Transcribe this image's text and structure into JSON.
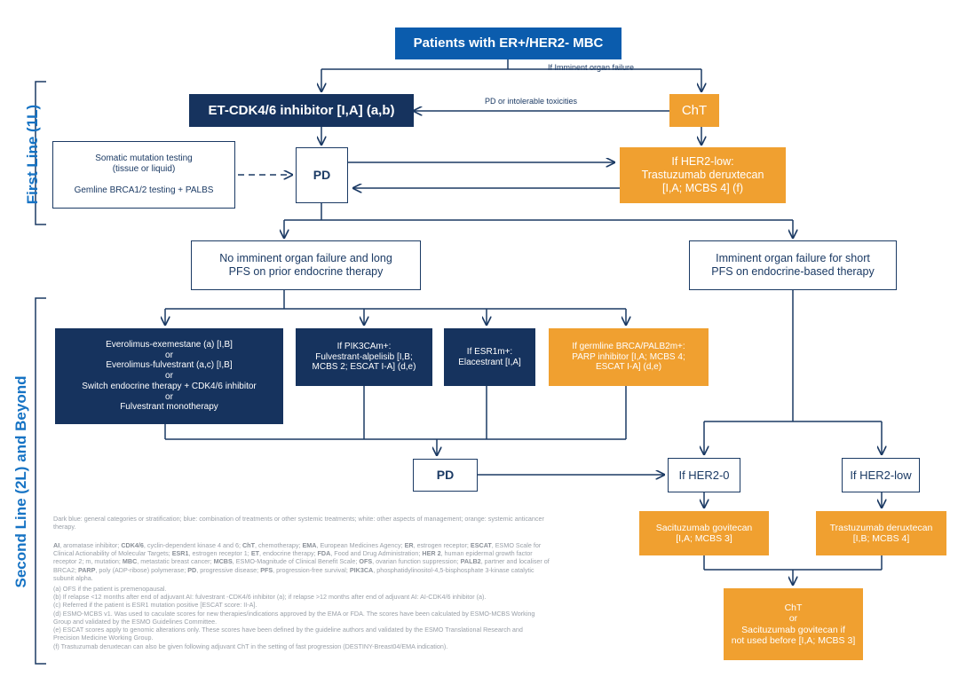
{
  "sides": {
    "first_line": "First Line (1L)",
    "second_line": "Second Line (2L) and Beyond"
  },
  "nodes": {
    "top": "Patients with ER+/HER2- MBC",
    "et_cdk": "ET-CDK4/6 inhibitor [I,A] (a,b)",
    "cht_top": "ChT",
    "somatic": "Somatic mutation testing\n(tissue or liquid)\n\nGemline BRCA1/2 testing + PALBS",
    "pd1": "PD",
    "her2low_1": "If HER2-low:\nTrastuzumab deruxtecan\n[I,A; MCBS 4] (f)",
    "no_imminent": "No imminent organ failure and long\nPFS on prior endocrine therapy",
    "imminent": "Imminent organ failure for short\nPFS on endocrine-based therapy",
    "everolimus": "Everolimus-exemestane (a) [I,B]\nor\nEverolimus-fulvestrant (a,c) [I,B]\nor\nSwitch endocrine therapy + CDK4/6 inhibitor\nor\nFulvestrant monotherapy",
    "pik3ca": "If PIK3CAm+:\nFulvestrant-alpelisib [I,B;\nMCBS 2; ESCAT I-A] (d,e)",
    "esr1": "If ESR1m+:\nElacestrant [I,A]",
    "brca": "If germline BRCA/PALB2m+:\nPARP inhibitor [I,A; MCBS 4;\nESCAT I-A] (d,e)",
    "pd2": "PD",
    "her2_0": "If HER2-0",
    "her2_low_2": "If HER2-low",
    "sacituzumab": "Sacituzumab govitecan\n[I,A; MCBS 3]",
    "trastuzumab": "Trastuzumab deruxtecan\n[I,B; MCBS 4]",
    "final": "ChT\nor\nSacituzumab govitecan if\nnot used before [I,A; MCBS 3]"
  },
  "edge_labels": {
    "imminent_failure": "If Imminent organ failure",
    "pd_tox": "PD or intolerable toxicities"
  },
  "notes": {
    "legend": "Dark blue: general categories or stratification; blue: combination of treatments or other systemic treatments; white: other aspects of management; orange: systemic anticancer therapy.",
    "abbreviations": [
      {
        "k": "AI",
        "v": ", aromatase inhibitor; "
      },
      {
        "k": "CDK4/6",
        "v": ", cyclin-dependent kinase 4 and 6; "
      },
      {
        "k": "ChT",
        "v": ", chemotherapy; "
      },
      {
        "k": "EMA",
        "v": ", European Medicines Agency; "
      },
      {
        "k": "ER",
        "v": ", estrogen receptor; "
      },
      {
        "k": "ESCAT",
        "v": ", ESMO Scale for Clinical Actionability of Molecular Targets; "
      },
      {
        "k": "ESR1",
        "v": ", estrogen receptor 1; "
      },
      {
        "k": "ET",
        "v": ", endocrine therapy; "
      },
      {
        "k": "FDA",
        "v": ", Food and Drug Administration; "
      },
      {
        "k": "HER 2",
        "v": ", human epidermal growth factor receptor 2; m, mutation; "
      },
      {
        "k": "MBC",
        "v": ", metastatic breast cancer; "
      },
      {
        "k": "MCBS",
        "v": ", ESMO-Magnitude of Clinical Benefit Scale; "
      },
      {
        "k": "OFS",
        "v": ", ovarian function suppression; "
      },
      {
        "k": "PALB2",
        "v": ", partner and localiser of BRCA2; "
      },
      {
        "k": "PARP",
        "v": ", poly (ADP-ribose) polymerase; "
      },
      {
        "k": "PD",
        "v": ", progressive disease; "
      },
      {
        "k": "PFS",
        "v": ", progression-free survival; "
      },
      {
        "k": "PIK3CA",
        "v": ", phosphatidylinositol-4,5-bisphosphate 3-kinase catalytic subunit alpha."
      }
    ],
    "footnotes": [
      "(a) OFS if the patient is premenopausal.",
      "(b) If relapse <12 months after end of adjuvant AI: fulvestrant -CDK4/6 inhibitor (a); if relapse >12 months after end of adjuvant AI: AI-CDK4/6 inhibitor (a).",
      "(c) Referred if the patient is ESR1 mutation positive [ESCAT score: II-A].",
      "(d) ESMO-MCBS v1. Was used to caculate scores for new therapies/indications approved by the EMA or FDA. The scores have been calculated by ESMO-MCBS Working Group and validated by the ESMO Guidelines Committee.",
      "(e) ESCAT scores apply to genomic alterations only. These scores have been defined by the guideline authors and validated by the ESMO Translational Research and Precision Medicine Working Group.",
      "(f) Trastuzumab deruxtecan can also be given following adjuvant ChT in the setting of fast progression (DESTINY-Breast04/EMA indication)."
    ]
  },
  "colors": {
    "dark_blue": "#16335e",
    "blue": "#0b5cad",
    "orange": "#f0a030",
    "line": "#1b3a64",
    "side_label": "#1673c4"
  }
}
